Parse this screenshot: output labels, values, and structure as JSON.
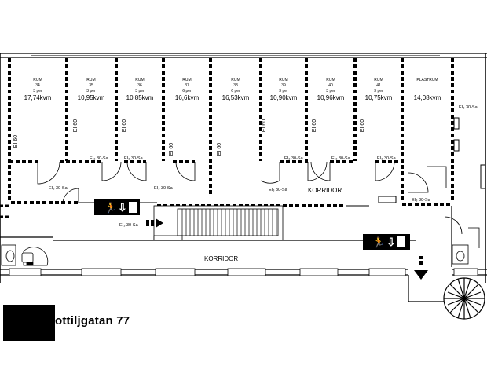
{
  "rooms": [
    {
      "id": "rum34",
      "label": "RUM",
      "number": "34",
      "occupancy": "3 per",
      "area": "17,74kvm",
      "rating": "EI 60"
    },
    {
      "id": "rum35",
      "label": "RUM",
      "number": "35",
      "occupancy": "3 per",
      "area": "10,95kvm",
      "rating": "EI 60"
    },
    {
      "id": "rum36",
      "label": "RUM",
      "number": "36",
      "occupancy": "3 per",
      "area": "10,85kvm",
      "rating": "EI 60"
    },
    {
      "id": "rum37",
      "label": "RUM",
      "number": "37",
      "occupancy": "6 per",
      "area": "16,6kvm",
      "rating": "EI 60"
    },
    {
      "id": "rum38",
      "label": "RUM",
      "number": "38",
      "occupancy": "6 per",
      "area": "16,53kvm",
      "rating": "EI 60"
    },
    {
      "id": "rum39",
      "label": "RUM",
      "number": "39",
      "occupancy": "3 per",
      "area": "10,90kvm",
      "rating": "EI 60"
    },
    {
      "id": "rum40",
      "label": "RUM",
      "number": "40",
      "occupancy": "3 per",
      "area": "10,96kvm",
      "rating": "EI 60"
    },
    {
      "id": "rum41",
      "label": "RUM",
      "number": "41",
      "occupancy": "3 per",
      "area": "10,75kvm",
      "rating": "EI 60"
    },
    {
      "id": "plastrum",
      "label": "PLASTRUM",
      "number": "",
      "occupancy": "",
      "area": "14,08kvm",
      "rating": ""
    }
  ],
  "door_label": "EI₃ 30-Sa",
  "door_label_right": "EI₃ 30-Sa",
  "corridor_upper": "KORRIDOR",
  "corridor_lower": "KORRIDOR",
  "stair_door_label": "EI₃ 30-Sa",
  "address": "ottiljgatan 77",
  "icons": [
    "emergency-exit-sign-icon",
    "running-person-icon",
    "down-arrow-icon",
    "stair-icon",
    "revolving-door-icon",
    "toilet-icon",
    "sink-icon"
  ]
}
